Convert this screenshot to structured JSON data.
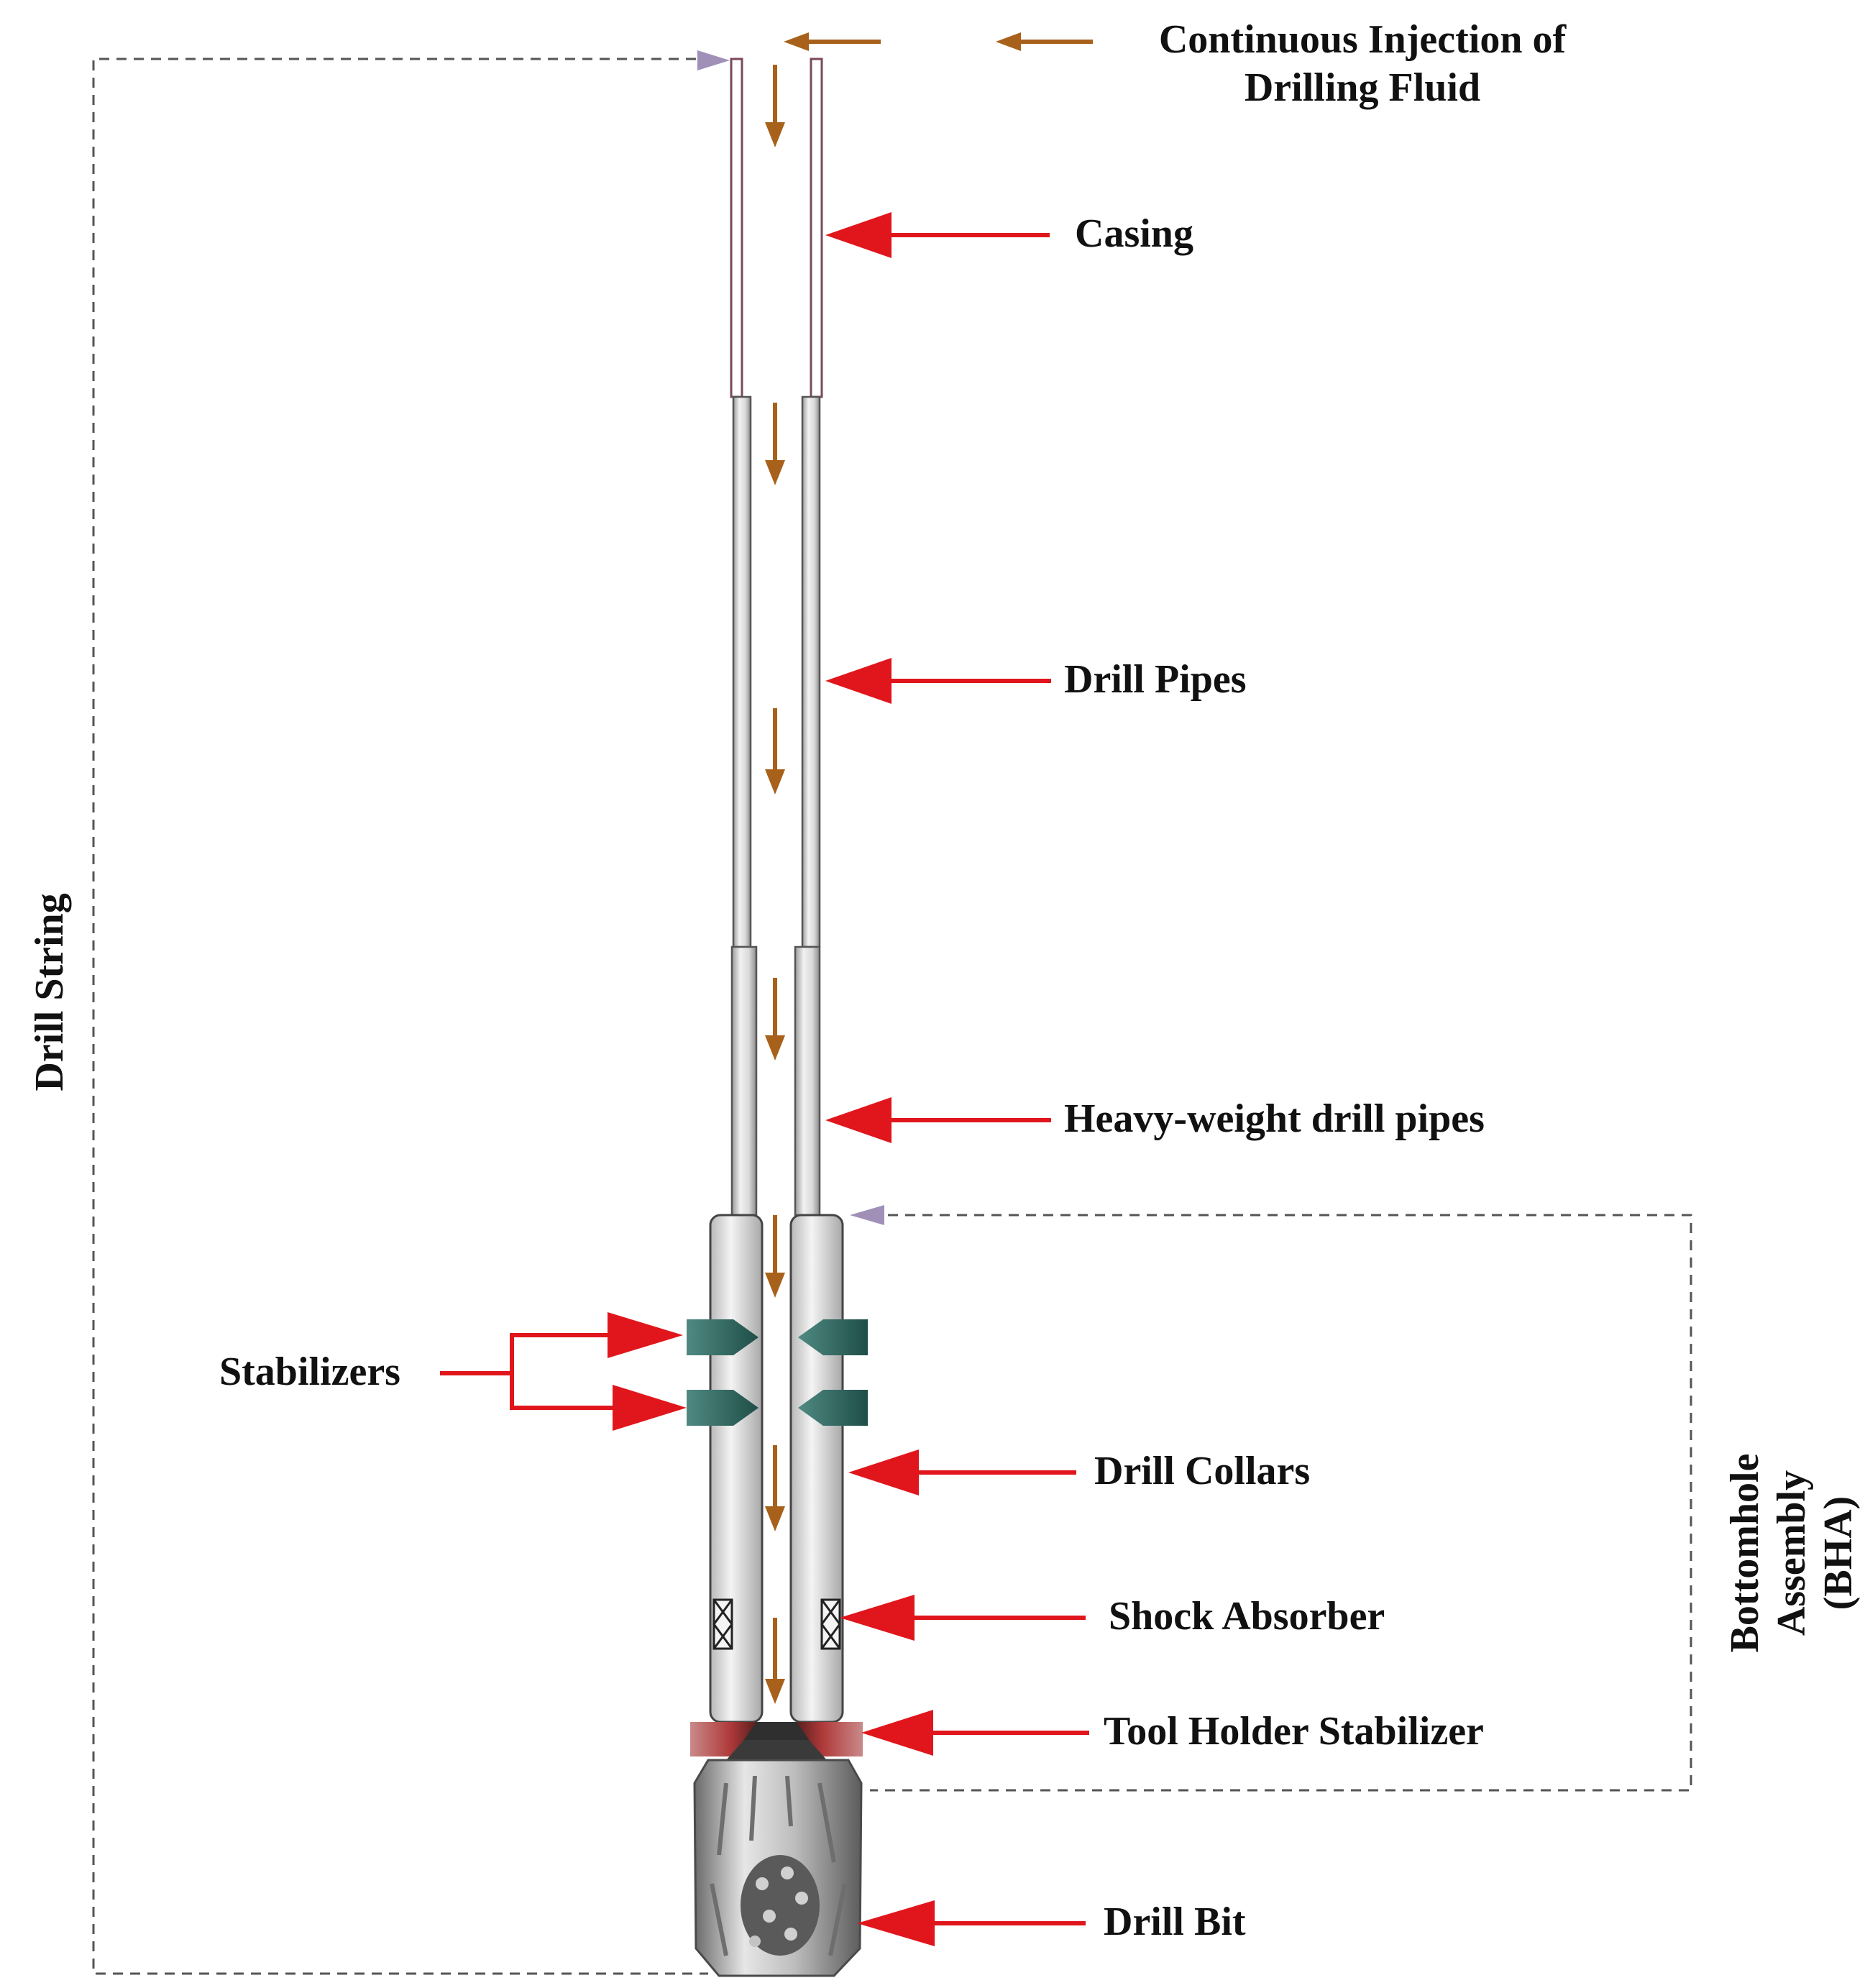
{
  "labels": {
    "injection_line1": "Continuous Injection of",
    "injection_line2": "Drilling Fluid",
    "casing": "Casing",
    "drill_pipes": "Drill Pipes",
    "heavy_weight": "Heavy-weight drill pipes",
    "stabilizers": "Stabilizers",
    "drill_collars": "Drill Collars",
    "shock_absorber": "Shock Absorber",
    "tool_holder": "Tool Holder Stabilizer",
    "drill_bit": "Drill Bit",
    "drill_string": "Drill String",
    "bha_line1": "Bottomhole",
    "bha_line2": "Assembly",
    "bha_line3": "(BHA)"
  },
  "colors": {
    "pointer_arrow": "#e0161c",
    "flow_arrow": "#a8611b",
    "bracket_marker": "#a090b8",
    "stabilizer": "#2f6e66",
    "tool_holder": "#b44a4a",
    "pipe_fill": "#d8d8d8",
    "casing_line": "#7a4a5a"
  },
  "icons": {
    "pointer": "red-arrow-icon",
    "flow": "flow-arrow-icon",
    "shock": "shock-absorber-icon",
    "bit": "drill-bit-icon"
  }
}
